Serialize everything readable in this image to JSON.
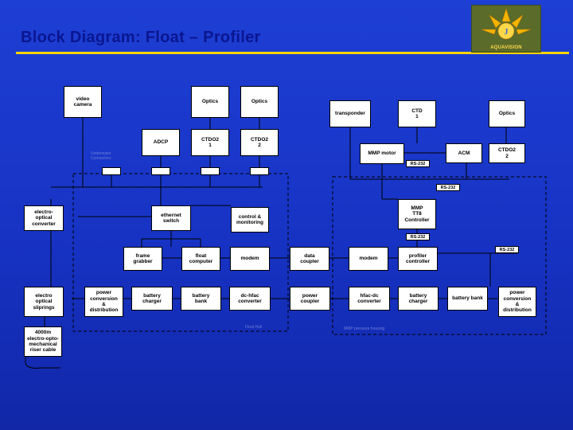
{
  "slide": {
    "title": "Block Diagram: Float – Profiler",
    "logo_text": "AQUAVISION"
  },
  "colors": {
    "background": "#1a38cc",
    "title": "#0a1690",
    "rule": "#ffd400",
    "box": "#ffffff"
  },
  "float": {
    "video_camera": "video\ncamera",
    "optics_1": "Optics",
    "optics_2": "Optics",
    "adcp": "ADCP",
    "ctdo2_1": "CTDO2\n1",
    "ctdo2_2": "CTDO2\n2",
    "connector_note": "Underwater\nConnectors",
    "electro_optical_converter": "electro-\noptical\nconverter",
    "ethernet_switch": "ethernet\nswitch",
    "control_monitoring": "control &\nmonitoring",
    "frame_grabber": "frame\ngrabber",
    "float_computer": "float\ncomputer",
    "modem": "modem",
    "data_coupler": "data\ncoupler",
    "electro_optical_sliprings": "electro\noptical\nsliprings",
    "power_conversion": "power\nconversion\n&\ndistribution",
    "battery_charger": "battery\ncharger",
    "battery_bank": "battery\nbank",
    "dc_hfac_converter": "dc-hfac\nconverter",
    "power_coupler": "power\ncoupler",
    "riser_cable": "4000m\nelectro-opto-\nmechanical\nriser cable",
    "float_label": "Float Hull"
  },
  "profiler": {
    "transponder": "transponder",
    "ctd_1": "CTD\n1",
    "optics": "Optics",
    "mmp_motor": "MMP motor",
    "acm": "ACM",
    "ctdo2_2": "CTDO2\n2",
    "rs232_a": "RS-232",
    "rs232_b": "RS-232",
    "mmp_controller": "MMP\nTT8\nController",
    "rs232_c": "RS-232",
    "rs232_d": "RS-232",
    "modem": "modem",
    "profiler_controller": "profiler\ncontroller",
    "hfac_dc_converter": "hfac-dc\nconverter",
    "battery_charger": "battery\ncharger",
    "battery_bank": "battery bank",
    "power_conversion": "power\nconversion\n&\ndistribution",
    "profiler_label": "MMP pressure housing"
  }
}
